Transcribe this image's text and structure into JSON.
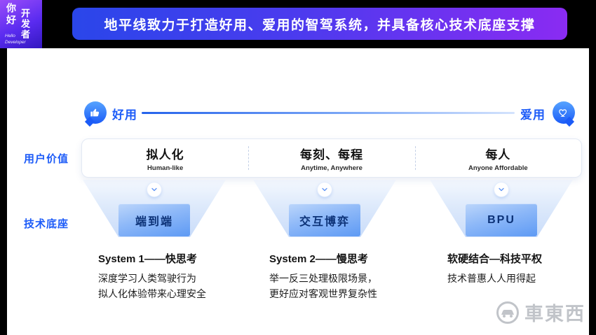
{
  "badge": {
    "line1": "你好",
    "line2": "开发者",
    "subtitle_en": "Hello Developer"
  },
  "header": {
    "title": "地平线致力于打造好用、爱用的智驾系统，并具备核心技术底座支撑"
  },
  "spectrum": {
    "left_label": "好用",
    "right_label": "爱用"
  },
  "row_labels": {
    "user_value": "用户价值",
    "tech_base": "技术底座"
  },
  "value_cards": [
    {
      "title": "拟人化",
      "subtitle": "Human-like"
    },
    {
      "title": "每刻、每程",
      "subtitle": "Anytime, Anywhere"
    },
    {
      "title": "每人",
      "subtitle": "Anyone Affordable"
    }
  ],
  "tech_blocks": [
    {
      "label": "端到端"
    },
    {
      "label": "交互博弈"
    },
    {
      "label": "BPU"
    }
  ],
  "descriptions": [
    {
      "heading": "System 1——快思考",
      "lines": [
        "深度学习人类驾驶行为",
        "拟人化体验带来心理安全"
      ]
    },
    {
      "heading": "System 2——慢思考",
      "lines": [
        "举一反三处理极限场景，",
        "更好应对客观世界复杂性"
      ]
    },
    {
      "heading": "软硬结合—科技平权",
      "lines": [
        "技术普惠人人用得起"
      ]
    }
  ],
  "watermark": {
    "text": "車東西"
  },
  "colors": {
    "accent": "#1c5bf8",
    "header_gradient_start": "#2a46ea",
    "header_gradient_end": "#8a2bf2",
    "badge_gradient_start": "#9a4df9",
    "badge_gradient_end": "#3318c0",
    "block_fill_start": "#bcd6fb",
    "block_fill_end": "#5e9af4",
    "block_text": "#0c3277"
  }
}
